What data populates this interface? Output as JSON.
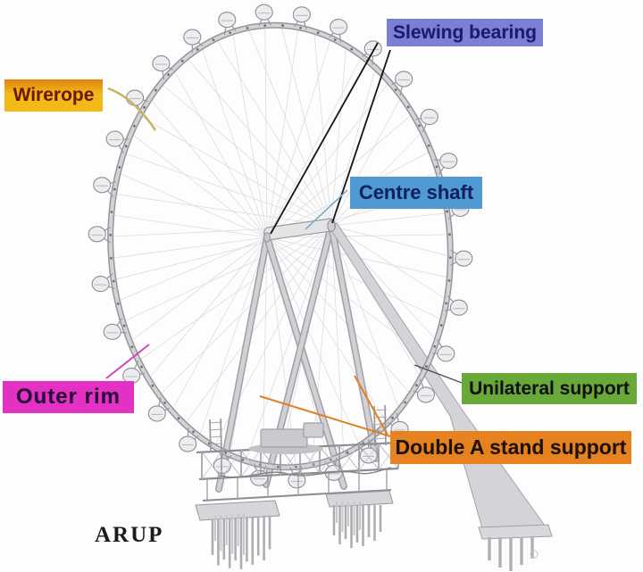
{
  "labels": {
    "slewing_bearing": {
      "text": "Slewing bearing",
      "bg": "#7b7fd6",
      "fg": "#1a1a6e",
      "leader": "#141414"
    },
    "wirerope": {
      "text": "Wirerope",
      "bg": "#f1ba16",
      "bg_top": "#e0830f",
      "fg": "#6e1607",
      "leader": "#c9b45a"
    },
    "centre_shaft": {
      "text": "Centre shaft",
      "bg": "#4f9ad3",
      "fg": "#122060",
      "leader": "#7fa3c2"
    },
    "outer_rim": {
      "text": "Outer rim",
      "bg": "#e331c4",
      "fg": "#260d35",
      "leader": "#cc49bd"
    },
    "unilateral_support": {
      "text": "Unilateral support",
      "bg": "#69a93a",
      "fg": "#101010",
      "leader": "#4a4a4a"
    },
    "double_a_stand_support": {
      "text": "Double A stand support",
      "bg": "#e6821f",
      "fg": "#1c1208",
      "leader": "#e07f24"
    }
  },
  "watermark": {
    "text": "ARUP"
  }
}
